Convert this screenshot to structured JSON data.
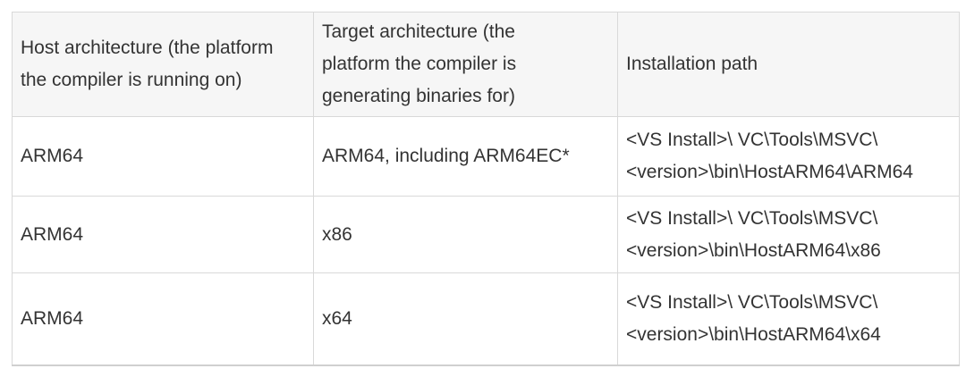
{
  "page": {
    "background": "#ffffff"
  },
  "table": {
    "columns": [
      {
        "header": "Host architecture (the platform\nthe compiler is running on)"
      },
      {
        "header": "Target architecture (the\nplatform the compiler is\ngenerating binaries for)"
      },
      {
        "header": "Installation path"
      }
    ],
    "rows": [
      {
        "host": "ARM64",
        "target": "ARM64, including ARM64EC*",
        "path": "<VS Install>\\ VC\\Tools\\MSVC\\\n<version>\\bin\\HostARM64\\ARM64"
      },
      {
        "host": "ARM64",
        "target": "x86",
        "path": "<VS Install>\\ VC\\Tools\\MSVC\\\n<version>\\bin\\HostARM64\\x86"
      },
      {
        "host": "ARM64",
        "target": "x64",
        "path": "<VS Install>\\ VC\\Tools\\MSVC\\\n<version>\\bin\\HostARM64\\x64"
      }
    ],
    "colors": {
      "header_background": "#f6f6f6",
      "border": "#d9d9d9",
      "outer_bottom_border": "#d0d0d0",
      "text": "#333333",
      "row_background": "#ffffff"
    }
  }
}
